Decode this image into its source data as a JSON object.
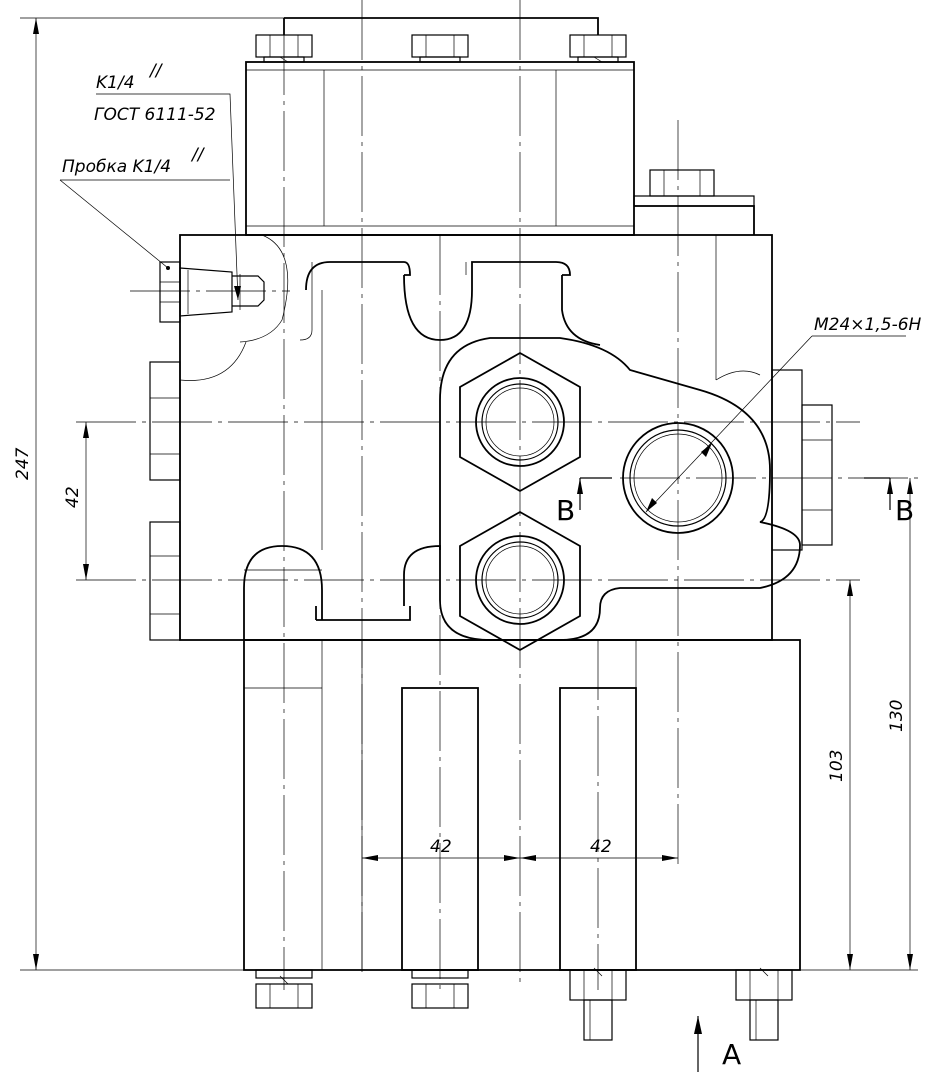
{
  "labels": {
    "thread_k14": "K1/4",
    "thread_k14_mark": "//",
    "gost": "ГОСТ 6111-52",
    "plug": "Пробка K1/4",
    "plug_mark": "//",
    "port_thread": "M24×1,5-6H",
    "section_left": "B",
    "section_right": "B",
    "view_a": "A"
  },
  "dimensions": {
    "overall_height": "247",
    "port_spacing_vertical": "42",
    "port_spacing_h1": "42",
    "port_spacing_h2": "42",
    "dim_103": "103",
    "dim_130": "130"
  }
}
